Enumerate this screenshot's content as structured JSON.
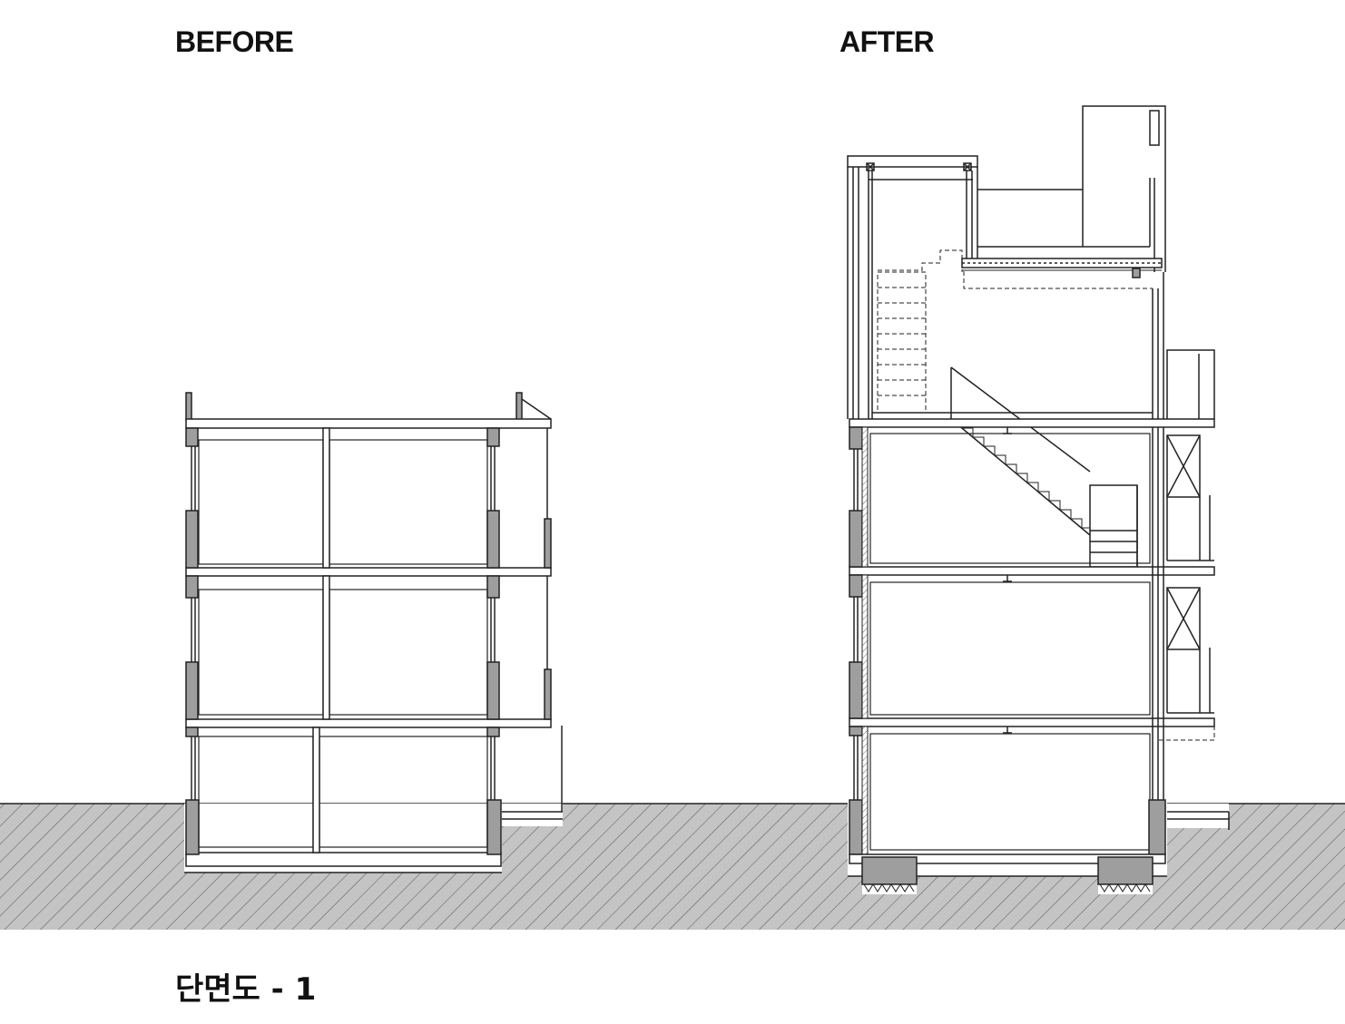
{
  "labels": {
    "before": "BEFORE",
    "after": "AFTER",
    "title": "단면도 - 1"
  },
  "colors": {
    "line": "#222222",
    "wall_fill": "#9e9e9e",
    "ground_fill": "#c4c4c4",
    "hatch": "#555555"
  }
}
